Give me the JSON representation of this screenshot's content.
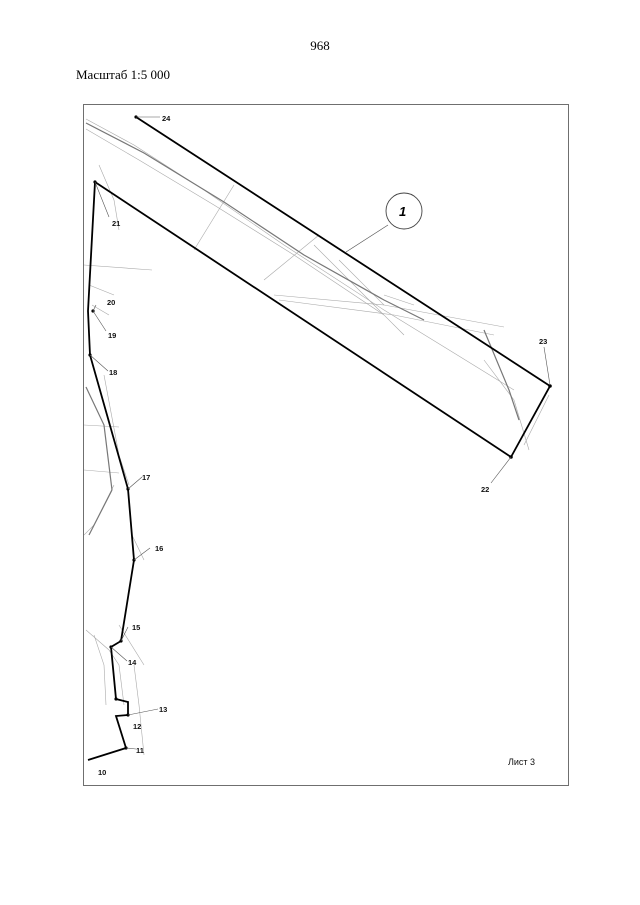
{
  "header": {
    "page_number": "968",
    "scale_label": "Масштаб 1:5 000"
  },
  "map": {
    "sheet_label": "Лист 3",
    "parcel_callout": "1",
    "boundary_points": [
      {
        "id": "10",
        "label": "10"
      },
      {
        "id": "11",
        "label": "11"
      },
      {
        "id": "12",
        "label": "12"
      },
      {
        "id": "13",
        "label": "13"
      },
      {
        "id": "14",
        "label": "14"
      },
      {
        "id": "15",
        "label": "15"
      },
      {
        "id": "16",
        "label": "16"
      },
      {
        "id": "17",
        "label": "17"
      },
      {
        "id": "18",
        "label": "18"
      },
      {
        "id": "19",
        "label": "19"
      },
      {
        "id": "20",
        "label": "20"
      },
      {
        "id": "21",
        "label": "21"
      },
      {
        "id": "22",
        "label": "22"
      },
      {
        "id": "23",
        "label": "23"
      },
      {
        "id": "24",
        "label": "24"
      }
    ]
  }
}
